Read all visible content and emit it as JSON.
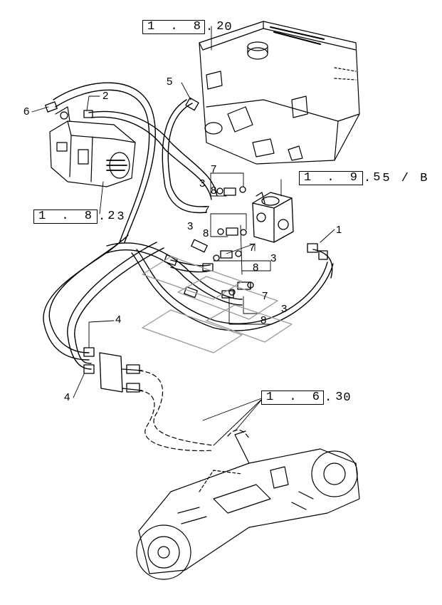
{
  "references": [
    {
      "id": "ref-1-82-0",
      "code": "1 . 8 2",
      "suffix": ". 0"
    },
    {
      "id": "ref-1-95-5b",
      "code": "1 . 9 5",
      "suffix": ". 5 /   B"
    },
    {
      "id": "ref-1-82-3",
      "code": "1 . 8 2",
      "suffix": ". 3"
    },
    {
      "id": "ref-1-63-0",
      "code": "1 . 6 3",
      "suffix": ". 0"
    }
  ],
  "callouts": {
    "c1": "1",
    "c2": "2",
    "c3a": "3",
    "c3b": "3",
    "c3c": "3",
    "c3d": "3",
    "c4a": "4",
    "c4b": "4",
    "c5": "5",
    "c6": "6",
    "c7a": "7",
    "c7b": "7",
    "c7c": "7",
    "c7d": "7",
    "c8a": "8",
    "c8b": "8",
    "c8c": "8",
    "c8d": "8"
  },
  "colors": {
    "ink": "#000000",
    "paper": "#ffffff",
    "faint": "#999999"
  }
}
